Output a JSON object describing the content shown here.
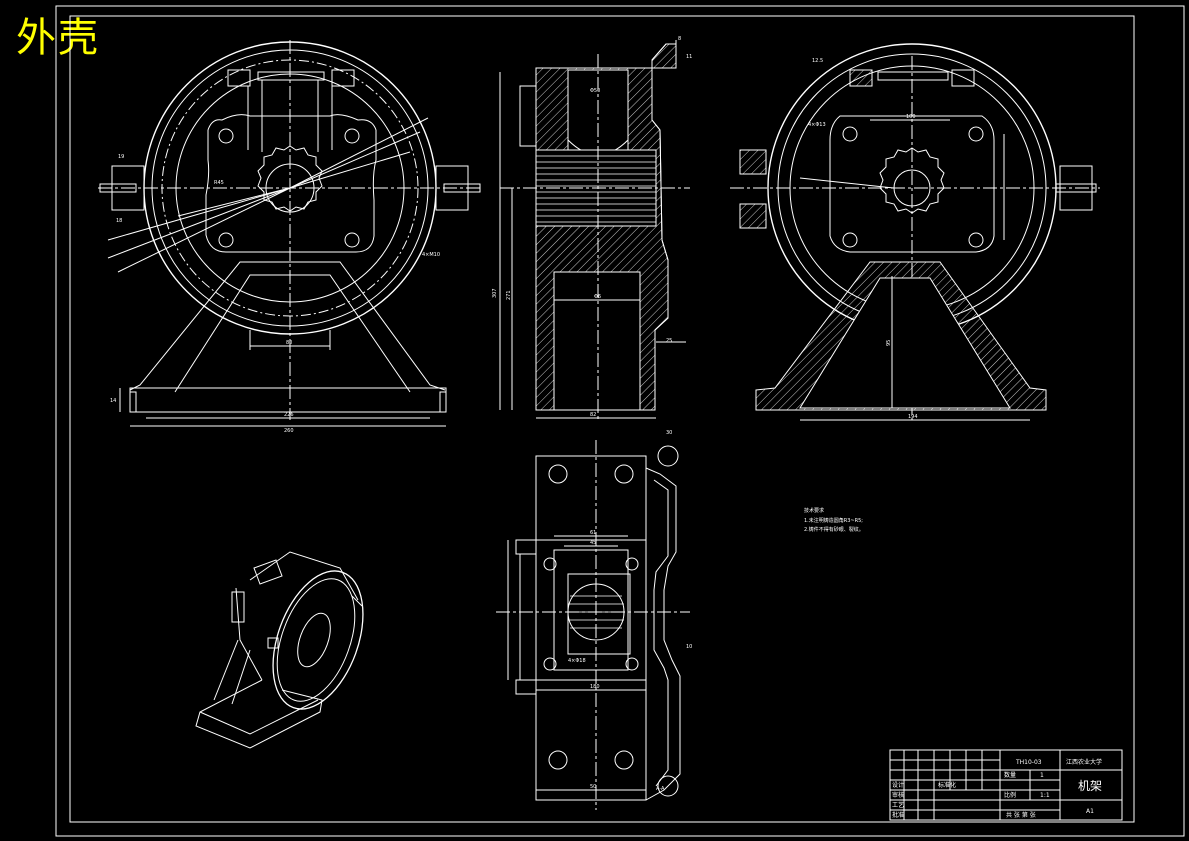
{
  "header": {
    "title": "外壳",
    "title_color": "#ffff00"
  },
  "colors": {
    "background": "#000000",
    "lines": "#ffffff"
  },
  "notes": {
    "heading": "技术要求",
    "item1": "1.未注明铸造圆角R3~R5;",
    "item2": "2.铸件不得有砂眼、裂纹。"
  },
  "title_block": {
    "drawing_code": "TH10-03",
    "school": "江西农业大学",
    "part_name": "机架",
    "quantity_label": "数量",
    "quantity_value": "1",
    "scale_label": "比例",
    "scale_value": "1:1",
    "sheet_size": "A1",
    "designer_label": "设计",
    "checker_label": "审核",
    "approve_label": "批准",
    "process_label": "工艺",
    "standard_label": "标准化",
    "projection_label": "共 张 第 张"
  },
  "dimensions": {
    "front_overall_width": "260",
    "front_base_width": "226",
    "front_neck": "80",
    "front_base_height": "14",
    "section_height": "307",
    "section_inner_height": "271",
    "section_bottom": "82",
    "section_bore_top": "Φ50",
    "section_bore_mid": "Φ6",
    "section_right": "25",
    "section_top_right": "11",
    "section_top": "8",
    "rear_base": "194",
    "rear_height": "95",
    "rear_bolt_circle": "100",
    "rear_hole": "4×Φ13",
    "rear_pitch": "12.5",
    "plan_width": "61",
    "plan_inner": "45",
    "plan_overall": "180",
    "plan_holes": "4×Φ18",
    "plan_top": "30",
    "plan_side": "10",
    "plan_bottom": "50",
    "plan_mark": "A-A",
    "front_bolt": "4×M10",
    "front_left_a": "19",
    "front_left_b": "18",
    "front_radius": "R45"
  }
}
